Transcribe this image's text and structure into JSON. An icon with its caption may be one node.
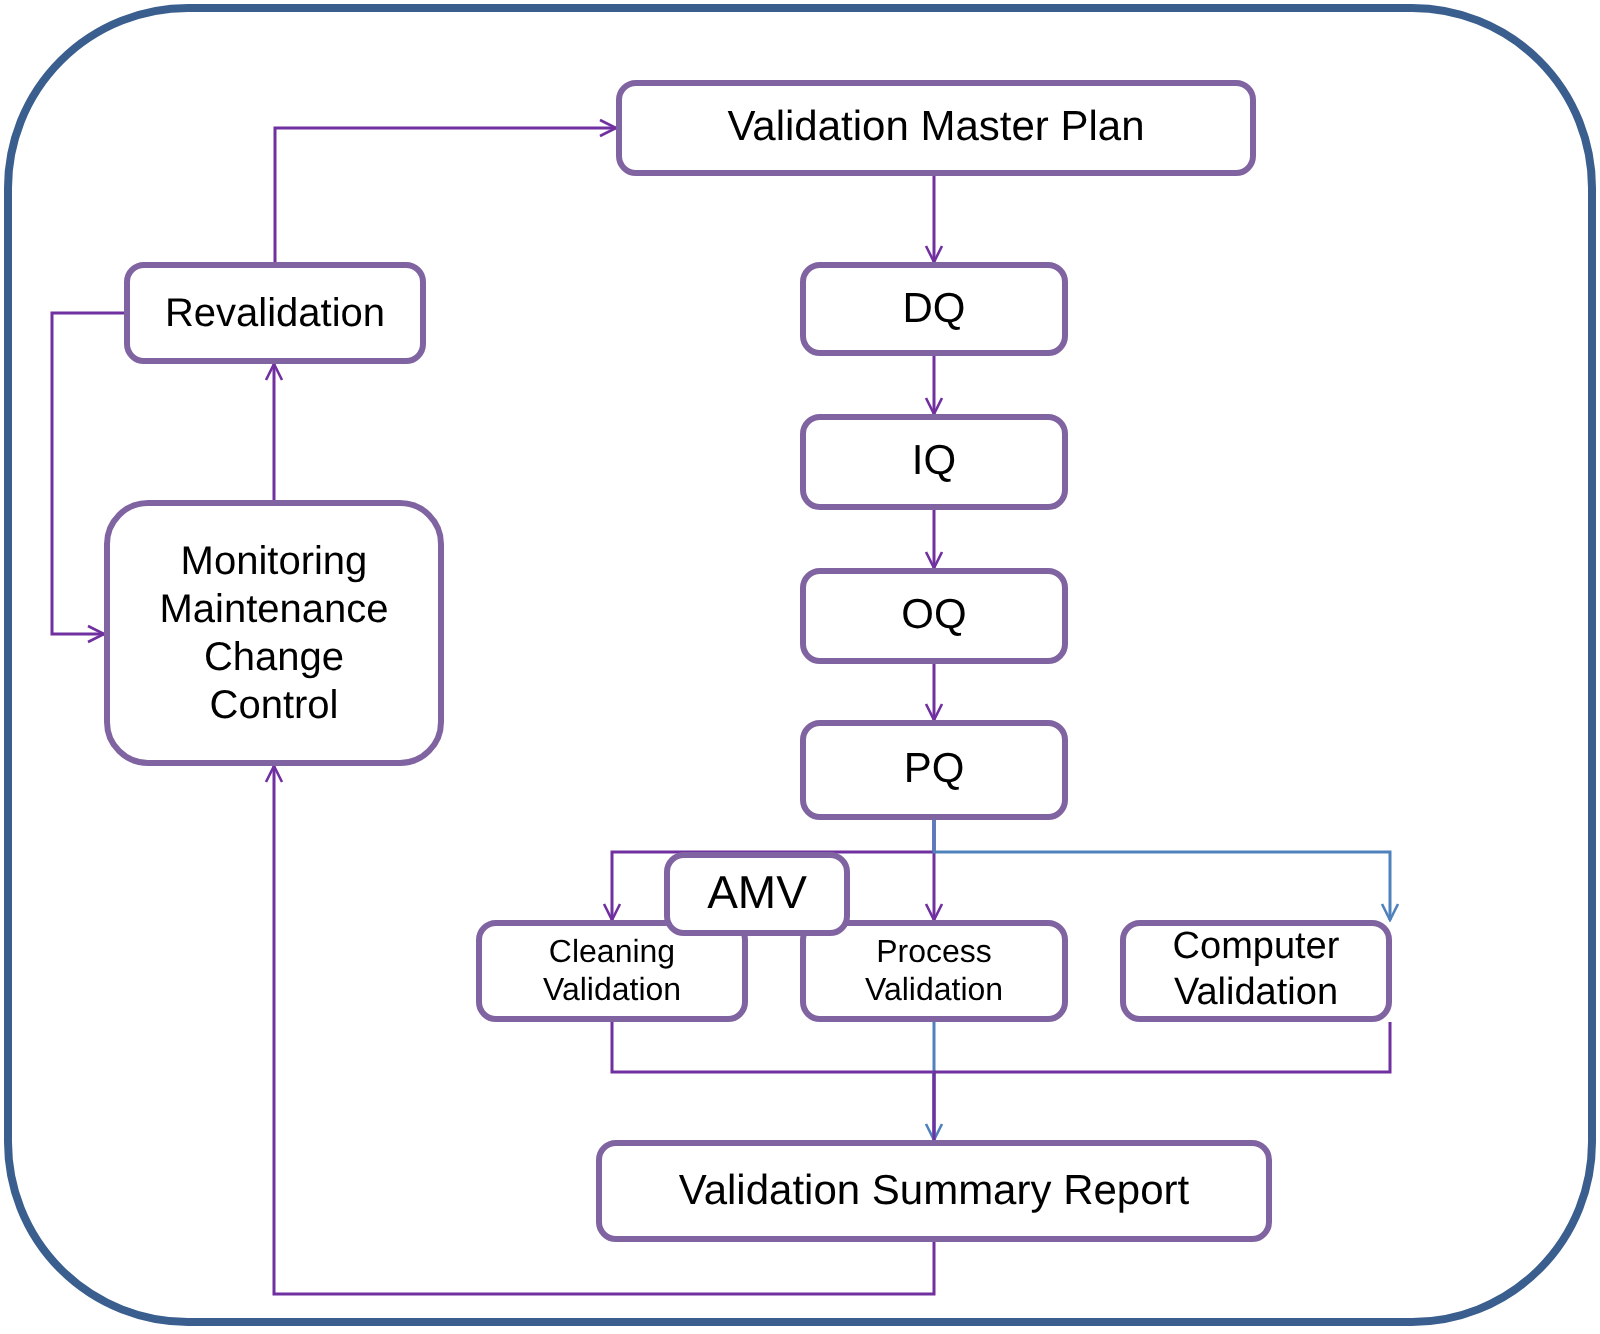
{
  "diagram": {
    "nodes": [
      {
        "text": [
          "Validation Master Plan"
        ]
      },
      {
        "text": [
          "Revalidation"
        ]
      },
      {
        "text": [
          "Monitoring Maintenance Change Control"
        ]
      },
      {
        "text": [
          "DQ"
        ]
      },
      {
        "text": [
          "IQ"
        ]
      },
      {
        "text": [
          "OQ"
        ]
      },
      {
        "text": [
          "PQ"
        ]
      },
      {
        "text": [
          "AMV"
        ]
      },
      {
        "text": [
          "Cleaning Validation"
        ]
      },
      {
        "text": [
          "Process Validation"
        ]
      },
      {
        "text": [
          "Computer Validation"
        ]
      },
      {
        "text": [
          "Validation Summary Report"
        ]
      }
    ],
    "edges": [
      {
        "from": 1,
        "to": 0,
        "arrow": "to"
      },
      {
        "from": 1,
        "to": 2,
        "arrow": "to"
      },
      {
        "from": 2,
        "to": 1,
        "arrow": "to"
      },
      {
        "from": 0,
        "to": 3,
        "arrow": "to"
      },
      {
        "from": 3,
        "to": 4,
        "arrow": "to"
      },
      {
        "from": 4,
        "to": 5,
        "arrow": "to"
      },
      {
        "from": 5,
        "to": 6,
        "arrow": "to"
      },
      {
        "from": 6,
        "to": 8,
        "arrow": "to"
      },
      {
        "from": 6,
        "to": 9,
        "arrow": "to"
      },
      {
        "from": 6,
        "to": 10,
        "arrow": "to",
        "color": "#4f81bd"
      },
      {
        "from": 8,
        "to": 11,
        "arrow": "none"
      },
      {
        "from": 9,
        "to": 11,
        "arrow": "to",
        "color": "#4f81bd"
      },
      {
        "from": 10,
        "to": 11,
        "arrow": "none"
      },
      {
        "from": 11,
        "to": 2,
        "arrow": "to"
      }
    ]
  }
}
